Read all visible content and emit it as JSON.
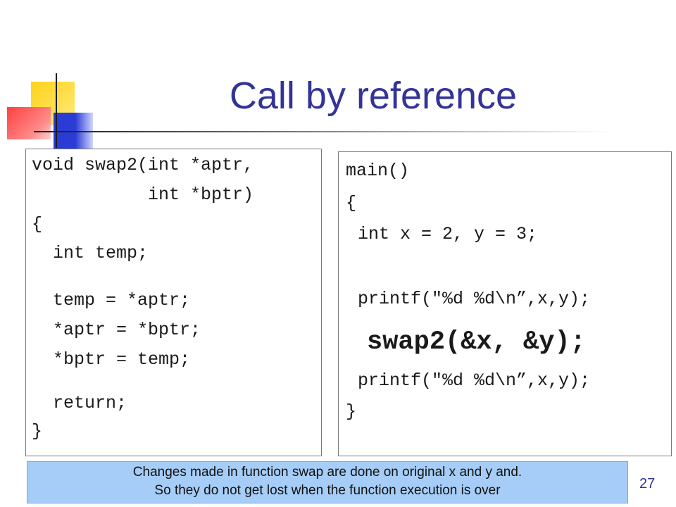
{
  "slide": {
    "title": "Call by reference",
    "page_number": "27"
  },
  "left_code": {
    "lines": [
      "void swap2(int *aptr,",
      "           int *bptr)",
      "{",
      "  int temp;",
      "  temp = *aptr;",
      "  *aptr = *bptr;",
      "  *bptr = temp;",
      "  return;",
      "}"
    ]
  },
  "right_code": {
    "lines": [
      "main()",
      "{",
      " int x = 2, y = 3;",
      " printf(\"%d %d\\n”,x,y);",
      "swap2(&x, &y);",
      " printf(\"%d %d\\n”,x,y);",
      "}"
    ]
  },
  "note": {
    "line1": "Changes made in function swap are done on original x and y and.",
    "line2": "So they do not get lost when the function execution is over"
  },
  "colors": {
    "title": "#333399",
    "note_background": "#a6cdf7"
  }
}
